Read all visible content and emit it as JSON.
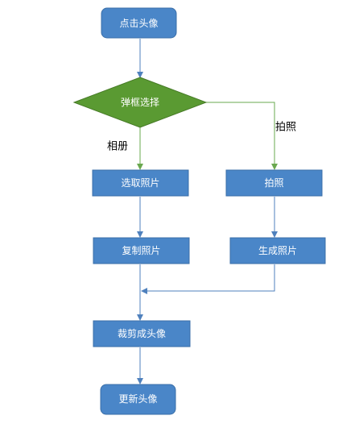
{
  "nodes": {
    "start": "点击头像",
    "decision": "弹框选择",
    "select_photo": "选取照片",
    "take_photo": "拍照",
    "copy_photo": "复制照片",
    "generate_photo": "生成照片",
    "crop_avatar": "裁剪成头像",
    "update_avatar": "更新头像"
  },
  "edge_labels": {
    "album": "相册",
    "camera": "拍照"
  },
  "colors": {
    "process_fill": "#4a86c8",
    "process_stroke": "#3b6fa8",
    "decision_fill": "#5a9a32",
    "decision_stroke": "#467a26",
    "blue_line": "#4f81bd",
    "green_line": "#6aa84f"
  }
}
